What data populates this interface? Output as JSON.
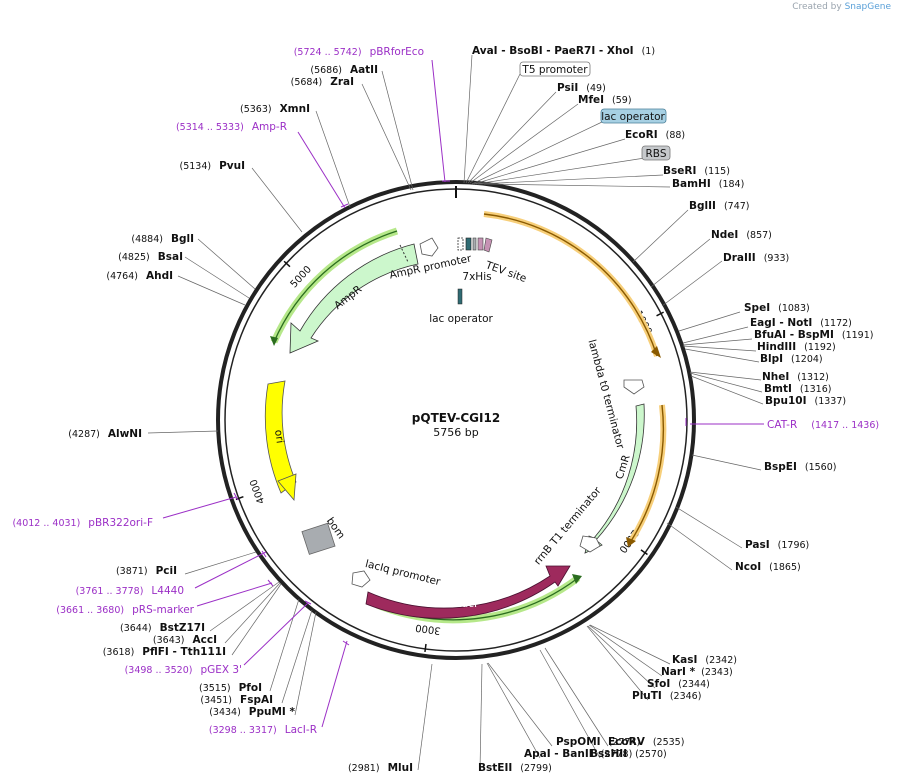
{
  "credit": {
    "prefix": "Created by",
    "brand": "SnapGene"
  },
  "plasmid": {
    "name": "pQTEV-CGI12",
    "size": "5756 bp",
    "length": 5756
  },
  "ticks": [
    {
      "label": "1000",
      "bp": 1000
    },
    {
      "label": "2000",
      "bp": 2000
    },
    {
      "label": "3000",
      "bp": 3000
    },
    {
      "label": "4000",
      "bp": 4000
    },
    {
      "label": "5000",
      "bp": 5000
    }
  ],
  "sites": [
    {
      "name": "AvaI  - BsoBI  - PaeR7I  - XhoI",
      "pos": "(1)",
      "bp": 1
    },
    {
      "name": "PsiI",
      "pos": "(49)",
      "bp": 49
    },
    {
      "name": "MfeI",
      "pos": "(59)",
      "bp": 59
    },
    {
      "name": "EcoRI",
      "pos": "(88)",
      "bp": 88
    },
    {
      "name": "BseRI",
      "pos": "(115)",
      "bp": 115
    },
    {
      "name": "BamHI",
      "pos": "(184)",
      "bp": 184
    },
    {
      "name": "BglII",
      "pos": "(747)",
      "bp": 747
    },
    {
      "name": "NdeI",
      "pos": "(857)",
      "bp": 857
    },
    {
      "name": "DraIII",
      "pos": "(933)",
      "bp": 933
    },
    {
      "name": "SpeI",
      "pos": "(1083)",
      "bp": 1083
    },
    {
      "name": "EagI  - NotI",
      "pos": "(1172)",
      "bp": 1172
    },
    {
      "name": "BfuAI  - BspMI",
      "pos": "(1191)",
      "bp": 1191
    },
    {
      "name": "HindIII",
      "pos": "(1192)",
      "bp": 1192
    },
    {
      "name": "BlpI",
      "pos": "(1204)",
      "bp": 1204
    },
    {
      "name": "NheI",
      "pos": "(1312)",
      "bp": 1312
    },
    {
      "name": "BmtI",
      "pos": "(1316)",
      "bp": 1316
    },
    {
      "name": "Bpu10I",
      "pos": "(1337)",
      "bp": 1337
    },
    {
      "name": "BspEI",
      "pos": "(1560)",
      "bp": 1560
    },
    {
      "name": "PasI",
      "pos": "(1796)",
      "bp": 1796
    },
    {
      "name": "NcoI",
      "pos": "(1865)",
      "bp": 1865
    },
    {
      "name": "KasI",
      "pos": "(2342)",
      "bp": 2342
    },
    {
      "name": "NarI *",
      "pos": "(2343)",
      "bp": 2343
    },
    {
      "name": "SfoI",
      "pos": "(2344)",
      "bp": 2344
    },
    {
      "name": "PluTI",
      "pos": "(2346)",
      "bp": 2346
    },
    {
      "name": "EcoRV",
      "pos": "(2535)",
      "bp": 2535
    },
    {
      "name": "BssHII",
      "pos": "(2570)",
      "bp": 2570
    },
    {
      "name": "PspOMI",
      "pos": "(2774)",
      "bp": 2774
    },
    {
      "name": "ApaI  - BanII",
      "pos": "(2778)",
      "bp": 2778
    },
    {
      "name": "BstEII",
      "pos": "(2799)",
      "bp": 2799
    },
    {
      "name": "MluI",
      "pos": "(2981)",
      "bp": 2981
    },
    {
      "name": "PpuMI *",
      "pos": "(3434)",
      "bp": 3434
    },
    {
      "name": "FspAI",
      "pos": "(3451)",
      "bp": 3451
    },
    {
      "name": "PfoI",
      "pos": "(3515)",
      "bp": 3515
    },
    {
      "name": "PflFI  - Tth111I",
      "pos": "(3618)",
      "bp": 3618
    },
    {
      "name": "AccI",
      "pos": "(3643)",
      "bp": 3643
    },
    {
      "name": "BstZ17I",
      "pos": "(3644)",
      "bp": 3644
    },
    {
      "name": "PciI",
      "pos": "(3871)",
      "bp": 3871
    },
    {
      "name": "AlwNI",
      "pos": "(4287)",
      "bp": 4287
    },
    {
      "name": "AhdI",
      "pos": "(4764)",
      "bp": 4764
    },
    {
      "name": "BsaI",
      "pos": "(4825)",
      "bp": 4825
    },
    {
      "name": "BglI",
      "pos": "(4884)",
      "bp": 4884
    },
    {
      "name": "PvuI",
      "pos": "(5134)",
      "bp": 5134
    },
    {
      "name": "XmnI",
      "pos": "(5363)",
      "bp": 5363
    },
    {
      "name": "ZraI",
      "pos": "(5684)",
      "bp": 5684
    },
    {
      "name": "AatII",
      "pos": "(5686)",
      "bp": 5686
    }
  ],
  "primers": [
    {
      "name": "pBRforEco",
      "range": "(5724 .. 5742)"
    },
    {
      "name": "Amp-R",
      "range": "(5314 .. 5333)"
    },
    {
      "name": "CAT-R",
      "range": "(1417 .. 1436)"
    },
    {
      "name": "pBR322ori-F",
      "range": "(4012 .. 4031)"
    },
    {
      "name": "L4440",
      "range": "(3761 .. 3778)"
    },
    {
      "name": "pRS-marker",
      "range": "(3661 .. 3680)"
    },
    {
      "name": "pGEX 3'",
      "range": "(3498 .. 3520)"
    },
    {
      "name": "LacI-R",
      "range": "(3298 .. 3317)"
    }
  ],
  "boxed_features": [
    {
      "name": "T5 promoter",
      "color": "#ffffff"
    },
    {
      "name": "lac operator",
      "color": "#a7d0e3"
    },
    {
      "name": "RBS",
      "color": "#c6c9cc"
    }
  ],
  "features": {
    "ampr": "AmpR",
    "ampr_promoter": "AmpR promoter",
    "his": "7xHis",
    "tev": "TEV site",
    "lac_operator_inner": "lac operator",
    "lambda": "lambda t0 terminator",
    "cmr": "CmR",
    "rrnb": "rrnB T1 terminator",
    "laci": "lacI",
    "laciq": "lacIq promoter",
    "ori": "ori",
    "bom": "bom"
  },
  "colors": {
    "ampr": "#ccf7cc",
    "cmr": "#ccf7cc",
    "ori": "#ffff00",
    "laci": "#9e2a5d",
    "bom": "#a8acb0",
    "orf_highlight": "#f7cf7a",
    "orf_green": "#b6e88a",
    "primer": "#9b2fc6",
    "his": "#2f6b73",
    "tev": "#c692b4"
  }
}
